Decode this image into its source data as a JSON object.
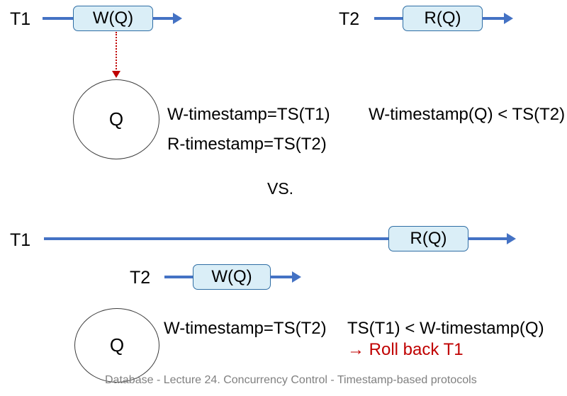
{
  "slide": {
    "title_text": "",
    "footer": "Database - Lecture 24. Concurrency Control - Timestamp-based protocols",
    "divider_label": "VS.",
    "colors": {
      "box_fill": "#daeef7",
      "box_border": "#2e6da4",
      "timeline": "#4472c4",
      "dependency_arrow": "#c00000",
      "rollback_text": "#c00000",
      "circle_border": "#3c3c3c",
      "footer_text": "#808080",
      "background": "#ffffff"
    }
  },
  "scenario_top": {
    "t1_row": {
      "label": "T1",
      "operation": "W(Q)"
    },
    "t2_row": {
      "label": "T2",
      "operation": "R(Q)"
    },
    "data_item": {
      "name": "Q"
    },
    "timestamps": [
      "W-timestamp=TS(T1)",
      "R-timestamp=TS(T2)"
    ],
    "condition": "W-timestamp(Q)  <  TS(T2)"
  },
  "scenario_bottom": {
    "t1_row": {
      "label": "T1",
      "operation": "R(Q)"
    },
    "t2_row": {
      "label": "T2",
      "operation": "W(Q)"
    },
    "data_item": {
      "name": "Q"
    },
    "timestamps": [
      "W-timestamp=TS(T2)"
    ],
    "condition": "TS(T1)  <  W-timestamp(Q)",
    "action": "→ Roll back T1"
  }
}
